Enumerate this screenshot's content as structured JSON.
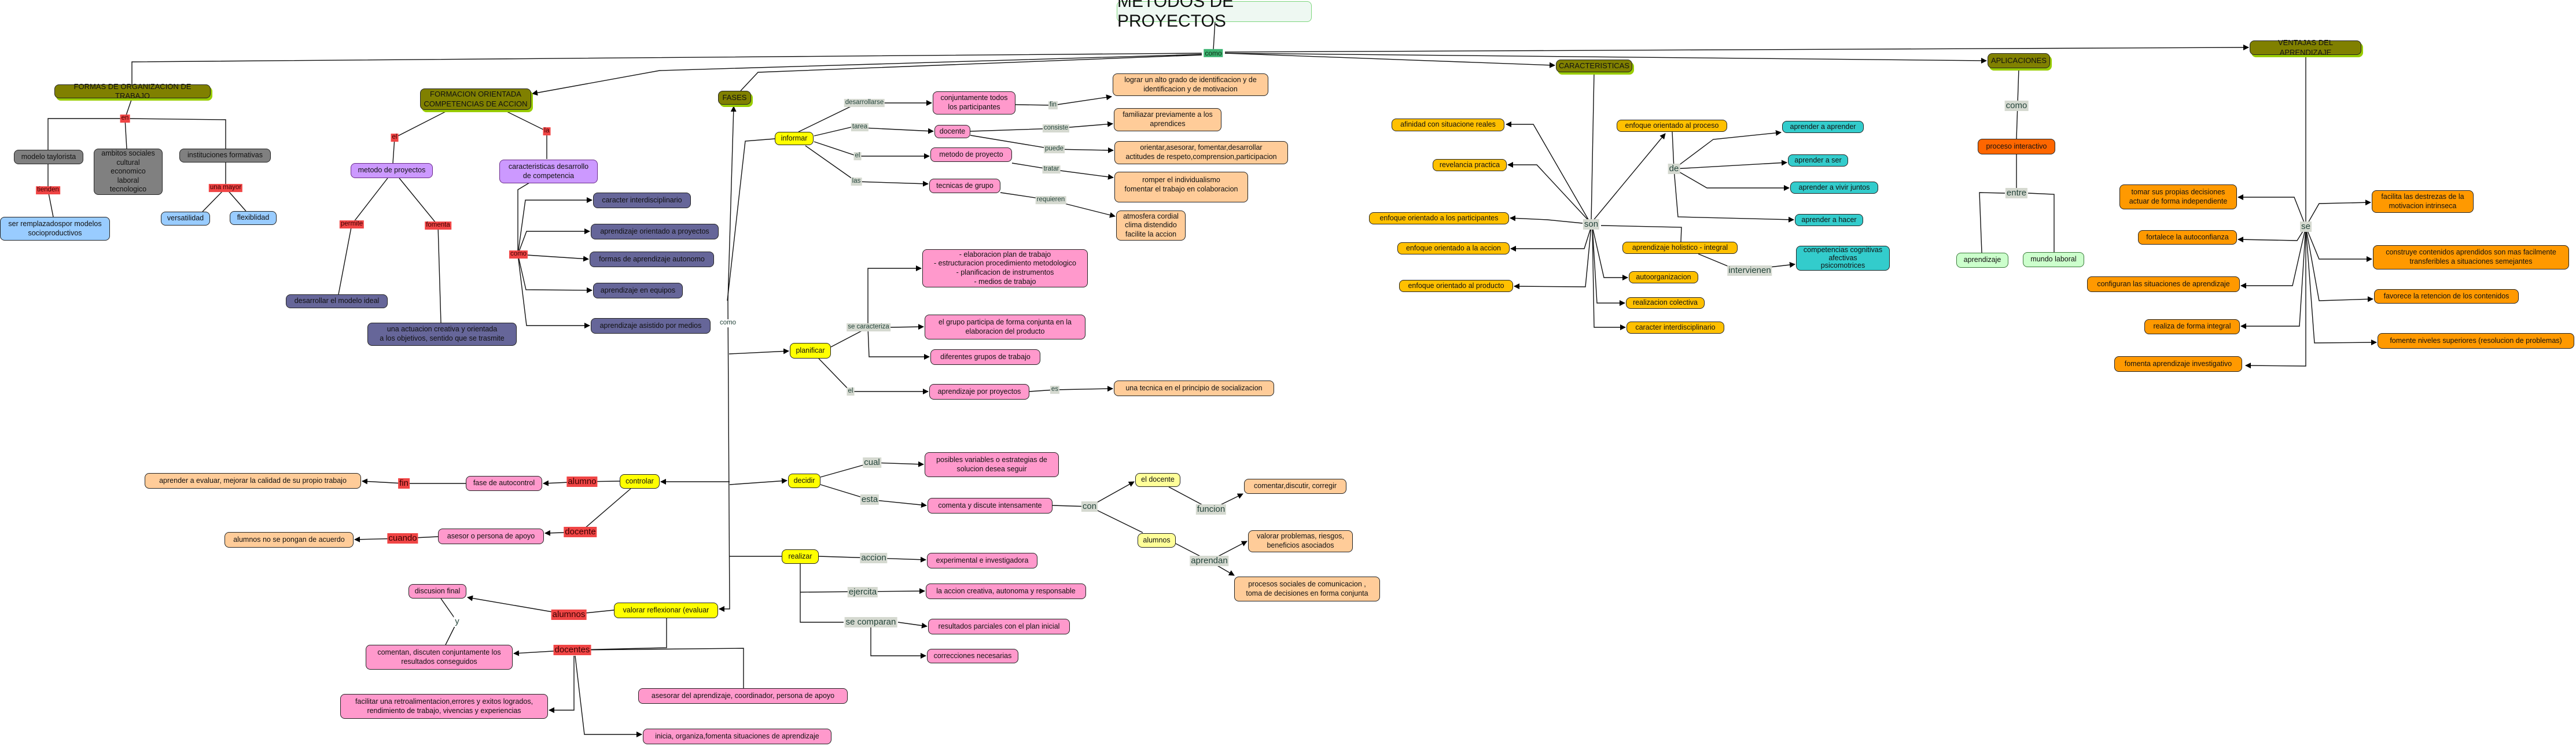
{
  "title": "METODOS DE PROYECTOS",
  "n": {
    "formas": "FORMAS DE ORGANIZACION DE TRABAJO",
    "taylor": "modelo taylorista",
    "ambitos": "ambitos sociales\ncultural\neconomico\nlaboral\ntecnologico",
    "instituciones": "instituciones formativas",
    "remplazados": "ser remplazadospor modelos\nsocioproductivos",
    "versatilidad": "versatilidad",
    "flexiblidad": "flexiblidad",
    "formacion": "FORMACION ORIENTADA\nCOMPETENCIAS DE ACCION",
    "metodo_proyectos": "metodo de proyectos",
    "caract_desarrollo": "caracteristicas desarrollo\nde competencia",
    "desarrollar": "desarrollar el modelo ideal",
    "actuacion": "una actuacion creativa y orientada\na los objetivos, sentido que se trasmite",
    "c_interd": "caracter interdisciplinario",
    "c_orientado": "aprendizaje orientado a proyectos",
    "c_autonomo": "formas de aprendizaje autonomo",
    "c_equipos": "aprendizaje en equipos",
    "c_medios": "aprendizaje asistido por medios",
    "fases": "FASES",
    "informar": "informar",
    "conjuntamente": "conjuntamente todos\nlos participantes",
    "docente": "docente",
    "metodo_proyecto": "metodo de proyecto",
    "tecnicas": "tecnicas de grupo",
    "lograr": "lograr un alto grado de identificacion y de\nidentificacion y de motivacion",
    "familiazar": "familiazar previamente a los\naprendices",
    "orientar": "orientar,asesorar, fomentar,desarrollar\nactitudes de respeto,comprension,participacion",
    "romper": "romper el individualismo\nfomentar el trabajo en colaboracion",
    "atmosfera": "atmosfera cordial\nclima distendido\nfacilite la accion",
    "planificar": "planificar",
    "elaboracion": "- elaboracion plan de trabajo\n- estructuracion procedimiento metodologico\n- planificacion de instrumentos\n- medios de trabajo",
    "grupo_participa": "el grupo participa de forma conjunta en la\nelaboracion del producto",
    "diferentes_grupos": "diferentes grupos de trabajo",
    "aprendizaje_proyectos": "aprendizaje por proyectos",
    "tecnica_socializacion": "una tecnica en el principio de socializacion",
    "decidir": "decidir",
    "posibles": "posibles variables  o estrategias de\nsolucion desea seguir",
    "comenta": "comenta y discute intensamente",
    "el_docente": "el docente",
    "alumnos_y": "alumnos",
    "comentar": "comentar,discutir, corregir",
    "valorar_problemas": "valorar problemas, riesgos,\nbeneficios asociados",
    "procesos_sociales": "procesos sociales de comunicacion ,\ntoma de decisiones en forma conjunta",
    "realizar": "realizar",
    "experimental": "experimental e investigadora",
    "accion_creativa": "la accion creativa, autonoma y responsable",
    "resultados": "resultados parciales con el plan inicial",
    "correcciones": "correcciones necesarias",
    "controlar": "controlar",
    "autocontrol": "fase de autocontrol",
    "aprender_evaluar": "aprender a evaluar, mejorar la calidad de su propio trabajo",
    "asesor": "asesor o persona de apoyo",
    "no_acuerdo": "alumnos no se pongan de acuerdo",
    "valorar_reflexionar": "valorar reflexionar (evaluar",
    "discusion": "discusion final",
    "comentan": "comentan, discuten conjuntamente los\nresultados conseguidos",
    "facilitar": "facilitar una retroalimentacion,errores y exitos  logrados,\nrendimiento de trabajo, vivencias y experiencias",
    "asesorar": "asesorar del aprendizaje, coordinador, persona de apoyo",
    "inicia": "inicia, organiza,fomenta situaciones de aprendizaje",
    "caracteristicas": "CARACTERISTICAS",
    "afinidad": "afinidad con situacione reales",
    "revelancia": "revelancia practica",
    "e_participantes": "enfoque orientado a los participantes",
    "e_accion": "enfoque orientado a la accion",
    "e_producto": "enfoque orientado al producto",
    "e_proceso": "enfoque orientado al proceso",
    "a_aprender": "aprender a aprender",
    "a_ser": "aprender a ser",
    "a_vivir": "aprender a vivir juntos",
    "a_hacer": "aprender a hacer",
    "holistico": "aprendizaje holistico - integral",
    "competencias": "competencias cognitivas\nafectivas\npsicomotrices",
    "autoorganizacion": "autoorganizacion",
    "realizacion": "realizacion colectiva",
    "caracter_interd2": "caracter interdisciplinario",
    "aplicaciones": "APLICACIONES",
    "proceso_interactivo": "proceso interactivo",
    "aprendizaje": "aprendizaje",
    "mundo_laboral": "mundo laboral",
    "ventajas": "VENTAJAS DEL APRENDIZAJE",
    "tomar": "tomar sus propias decisiones\nactuar de forma independiente",
    "fortalece": "fortalece la autoconfianza",
    "configuran": "configuran las situaciones de aprendizaje",
    "realiza": "realiza de forma integral",
    "fomenta_inv": "fomenta aprendizaje investigativo",
    "facilita": "facilita las destrezas de la\nmotivacion intrinseca",
    "construye": "construye  contenidos aprendidos son mas facilmente\ntransferibles a situaciones semejantes",
    "favorece": "favorece la retencion de los contenidos",
    "fomente": "fomente niveles superiores (resolucion de problemas)"
  },
  "l": {
    "root_como": "como",
    "en": "en",
    "tienden": "tienden",
    "una_mayor": "una mayor",
    "el1": "el",
    "la": "la",
    "permite": "permite",
    "fomenta": "fomenta",
    "como_red": "como",
    "como_fases": "como",
    "desarrollarse": "desarrollarse",
    "tarea": "tarea",
    "el2": "el",
    "las": "las",
    "fin1": "fin",
    "consiste": "consiste",
    "puede": "puede",
    "tratar": "tratar",
    "requieren": "requieren",
    "se_caracteriza": "se caracteriza",
    "el3": "el",
    "es": "es",
    "cual": "cual",
    "esta": "esta",
    "con": "con",
    "funcion": "funcion",
    "aprendan": "aprendan",
    "accion": "accion",
    "ejercita": "ejercita",
    "se_comparan": "se comparan",
    "alumno": "alumno",
    "fin2": "fin",
    "docente": "docente",
    "cuando": "cuando",
    "alumnos": "alumnos",
    "y": "y",
    "docentes": "docentes",
    "son": "son",
    "de": "de",
    "intervienen": "intervienen",
    "como_apl": "como",
    "entre": "entre",
    "se": "se"
  }
}
